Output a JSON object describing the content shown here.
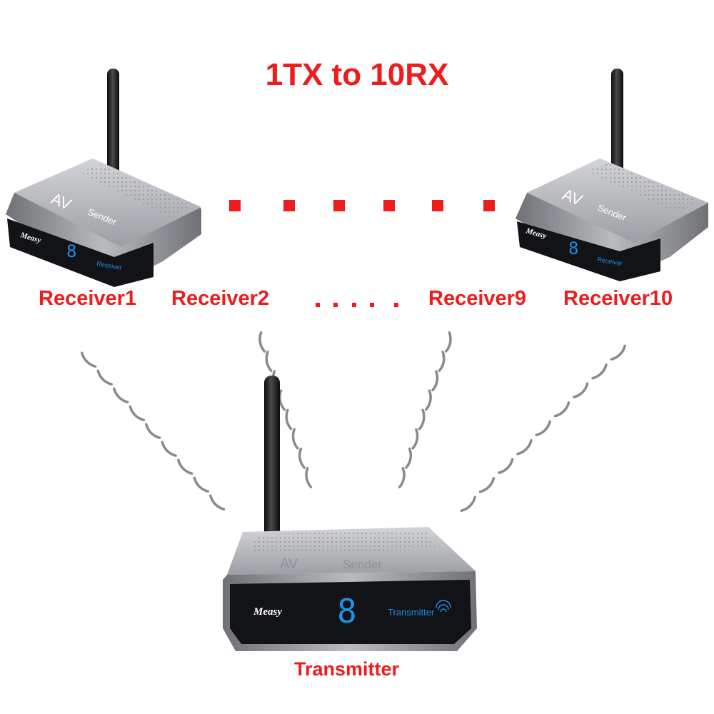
{
  "title": "1TX to 10RX",
  "receivers": [
    {
      "label": "Receiver1"
    },
    {
      "label": "Receiver2"
    },
    {
      "label": "Receiver9"
    },
    {
      "label": "Receiver10"
    }
  ],
  "transmitter_label": "Transmitter",
  "device": {
    "brand": "Measy",
    "model_text": "AV",
    "sender_text": "Sender",
    "display_digit": "8",
    "receiver_panel_text": "Receiver",
    "transmitter_panel_text": "Transmitter"
  },
  "colors": {
    "label_red": "#ee1c1c",
    "display_blue": "#1f8fe8",
    "device_silver": "#a9abb0",
    "device_face": "#111316",
    "signal_arc_gray": "#8a8a8a"
  }
}
